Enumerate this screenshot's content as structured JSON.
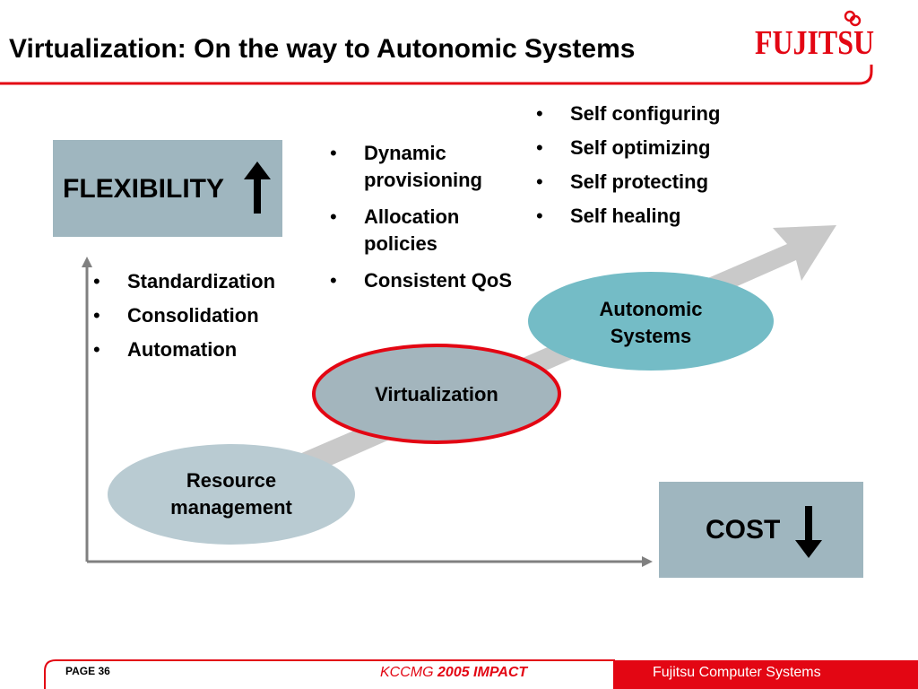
{
  "title": "Virtualization:  On the way to Autonomic Systems",
  "logo": {
    "text": "FUJITSU",
    "color": "#e30613"
  },
  "flexibility": {
    "label": "FLEXIBILITY",
    "icon": "arrow-up-icon"
  },
  "cost": {
    "label": "COST",
    "icon": "arrow-down-icon"
  },
  "stages": {
    "resource": {
      "label": "Resource management",
      "line1": "Resource",
      "line2": "management"
    },
    "virtualization": {
      "label": "Virtualization"
    },
    "autonomic": {
      "label": "Autonomic Systems",
      "line1": "Autonomic",
      "line2": "Systems"
    }
  },
  "lists": {
    "left": [
      "Standardization",
      "Consolidation",
      "Automation"
    ],
    "mid": [
      "Dynamic provisioning",
      "Allocation policies",
      "Consistent QoS"
    ],
    "right": [
      "Self configuring",
      "Self optimizing",
      "Self protecting",
      "Self healing"
    ]
  },
  "footer": {
    "page_label": "PAGE  36",
    "mid_left": "KCCMG",
    "mid_right": "2005 IMPACT",
    "right": "Fujitsu Computer Systems"
  },
  "colors": {
    "accent_red": "#e30613",
    "box_fill": "#9fb6bf",
    "autonomic_fill": "#74bcc6",
    "virtualization_fill": "#a3b5bd",
    "resource_fill": "#b9cbd2",
    "progress_arrow": "#c9c9c9"
  }
}
